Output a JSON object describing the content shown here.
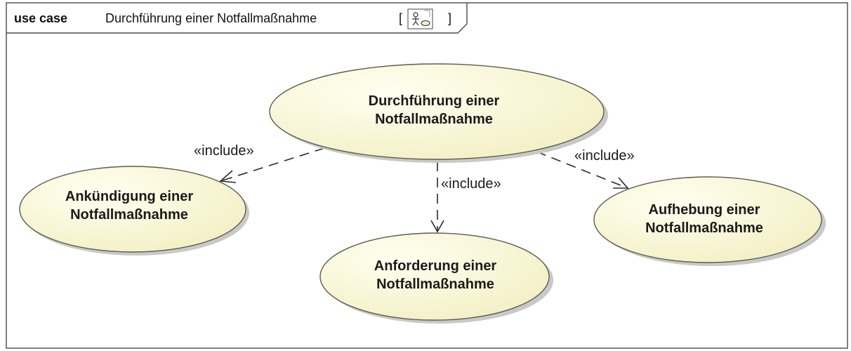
{
  "frame": {
    "keyword": "use case",
    "name": "Durchführung einer Notfallmaßnahme",
    "bracket_open": "[",
    "bracket_close": "]",
    "icon": "use-case-diagram-icon"
  },
  "use_cases": [
    {
      "id": "durchfuehrung",
      "line1": "Durchführung einer",
      "line2": "Notfallmaßnahme"
    },
    {
      "id": "ankuendigung",
      "line1": "Ankündigung einer",
      "line2": "Notfallmaßnahme"
    },
    {
      "id": "anforderung",
      "line1": "Anforderung einer",
      "line2": "Notfallmaßnahme"
    },
    {
      "id": "aufhebung",
      "line1": "Aufhebung einer",
      "line2": "Notfallmaßnahme"
    }
  ],
  "relationships": [
    {
      "from": "durchfuehrung",
      "to": "ankuendigung",
      "stereotype": "«include»"
    },
    {
      "from": "durchfuehrung",
      "to": "anforderung",
      "stereotype": "«include»"
    },
    {
      "from": "durchfuehrung",
      "to": "aufhebung",
      "stereotype": "«include»"
    }
  ],
  "colors": {
    "use_case_fill_light": "#fffff0",
    "use_case_fill_dark": "#f3efc4",
    "frame_stroke": "#4a4a4a"
  }
}
